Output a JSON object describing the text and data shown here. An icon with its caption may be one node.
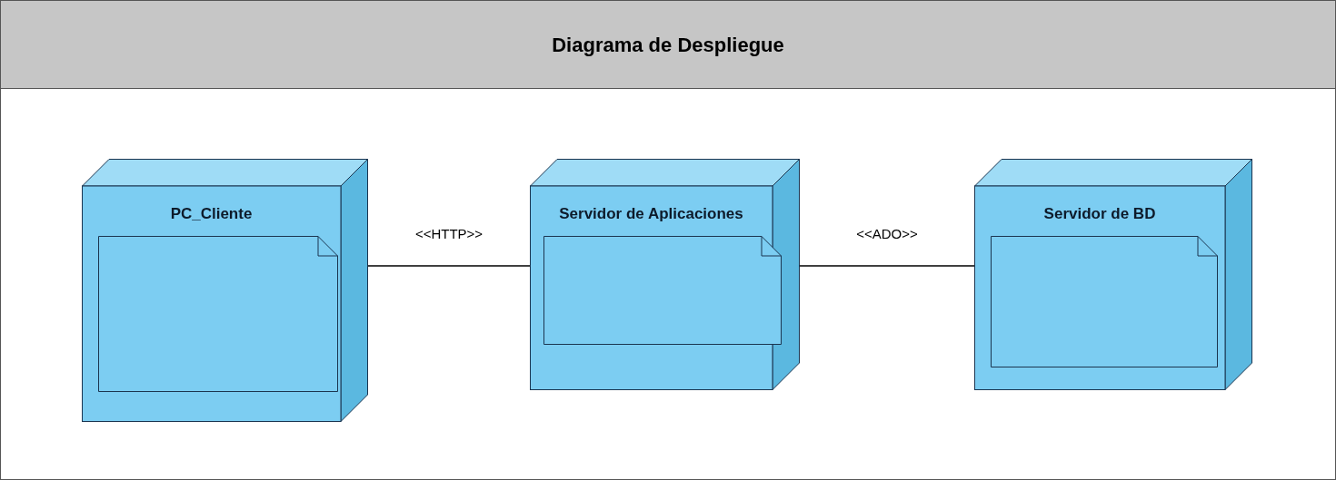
{
  "diagram": {
    "title": "Diagrama de Despliegue",
    "nodes": [
      {
        "text": [
          "PC_Cliente"
        ]
      },
      {
        "text": [],
        "shape": "note",
        "in": 0
      },
      {
        "text": [
          "Servidor de Aplicaciones"
        ]
      },
      {
        "text": [],
        "shape": "note",
        "in": 2
      },
      {
        "text": [
          "Servidor de BD"
        ]
      },
      {
        "text": [],
        "shape": "note",
        "in": 4
      }
    ],
    "edges": [
      {
        "from": 0,
        "to": 2,
        "arrow": "none",
        "label": "<<HTTP>>"
      },
      {
        "from": 2,
        "to": 4,
        "arrow": "none",
        "label": "<<ADO>>"
      }
    ]
  }
}
